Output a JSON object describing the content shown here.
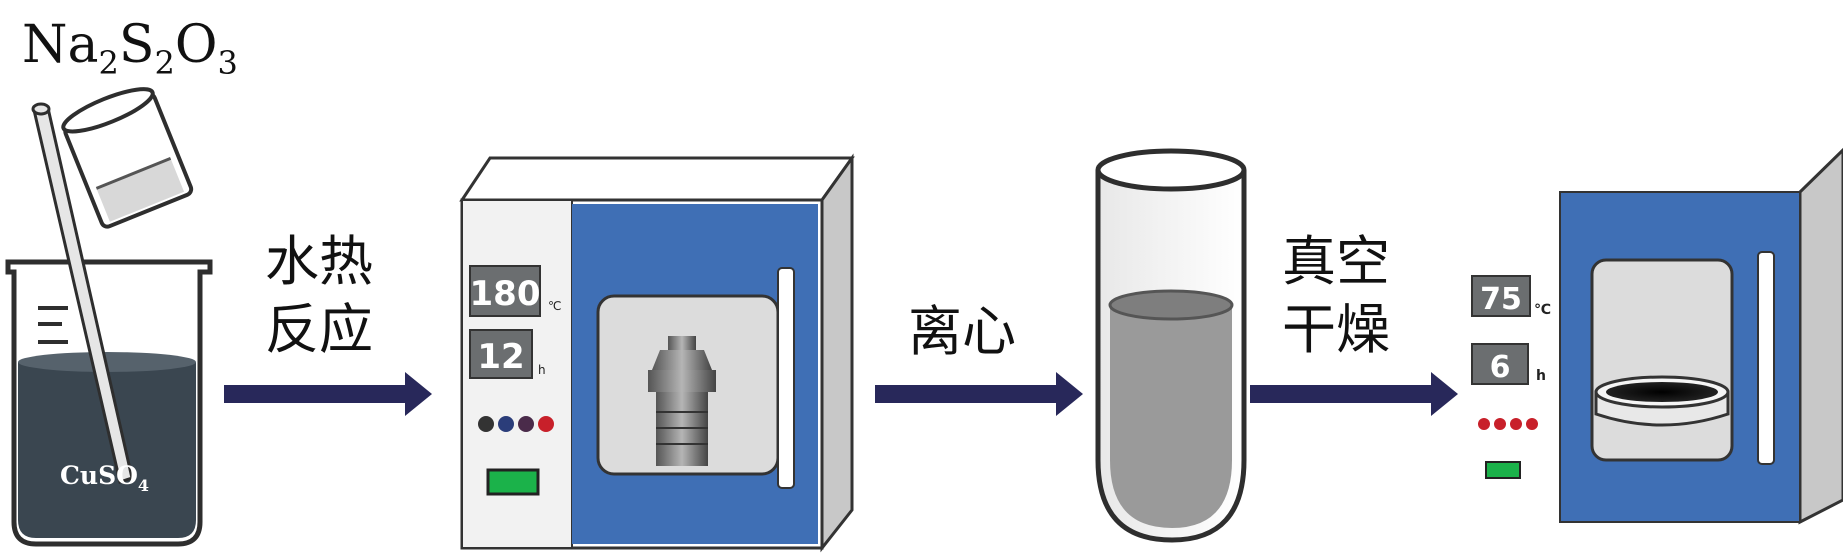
{
  "reagents": {
    "top_formula": {
      "base1": "Na",
      "sub1": "2",
      "base2": "S",
      "sub2": "2",
      "base3": "O",
      "sub3": "3"
    },
    "beaker_formula": {
      "base": "CuSO",
      "sub": "4"
    }
  },
  "steps": [
    {
      "line1": "水热",
      "line2": "反应"
    },
    {
      "line1": "离心",
      "line2": ""
    },
    {
      "line1": "真空",
      "line2": "干燥"
    }
  ],
  "hydrothermal_oven": {
    "temperature": "180",
    "temp_unit": "℃",
    "time": "12",
    "time_unit": "h"
  },
  "vacuum_oven": {
    "temperature": "75",
    "temp_unit": "℃",
    "time": "6",
    "time_unit": "h"
  },
  "colors": {
    "arrow": "#28285a",
    "oven_blue": "#3f6fb5",
    "beaker_liquid": "#3a4650",
    "display_bg": "#6b6e70",
    "indicator_green": "#1bb24a",
    "indicator_red": "#c8202a"
  }
}
